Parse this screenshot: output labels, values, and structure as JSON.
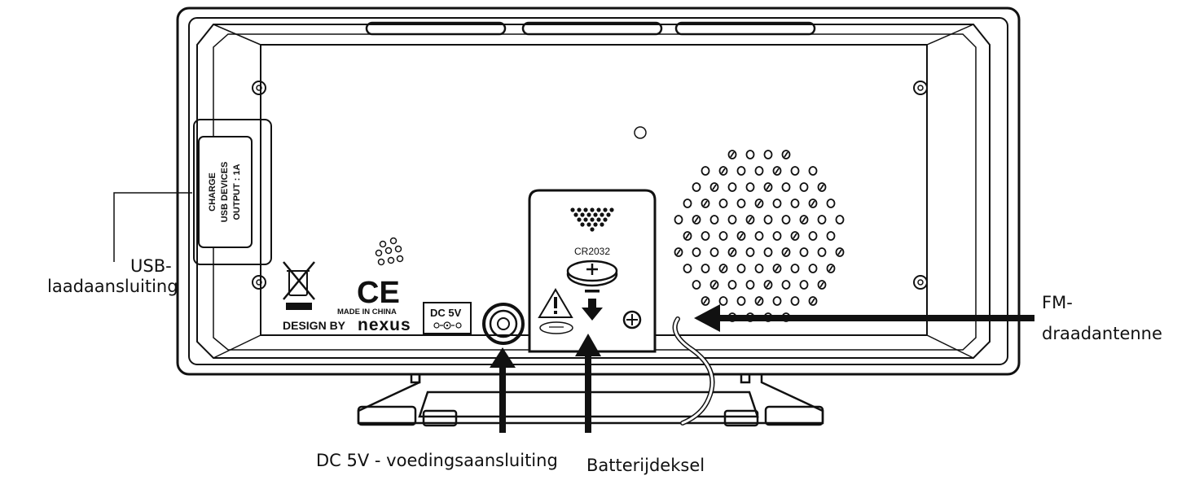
{
  "callouts": {
    "usb": [
      "USB-",
      "laadaansluiting"
    ],
    "fm": [
      "FM-",
      "draadantenne"
    ],
    "dc": "DC 5V - voedingsaansluiting",
    "battery": "Batterijdeksel"
  },
  "device": {
    "usb_port_text": [
      "CHARGE",
      "USB DEVICES",
      "OUTPUT : 1A"
    ],
    "battery_type": "CR2032",
    "made_in": "MADE IN CHINA",
    "ce_mark": "CE",
    "design_by": "DESIGN BY",
    "brand": "nexus",
    "dc_label": "DC 5V"
  },
  "colors": {
    "line": "#111111",
    "background": "#ffffff"
  }
}
